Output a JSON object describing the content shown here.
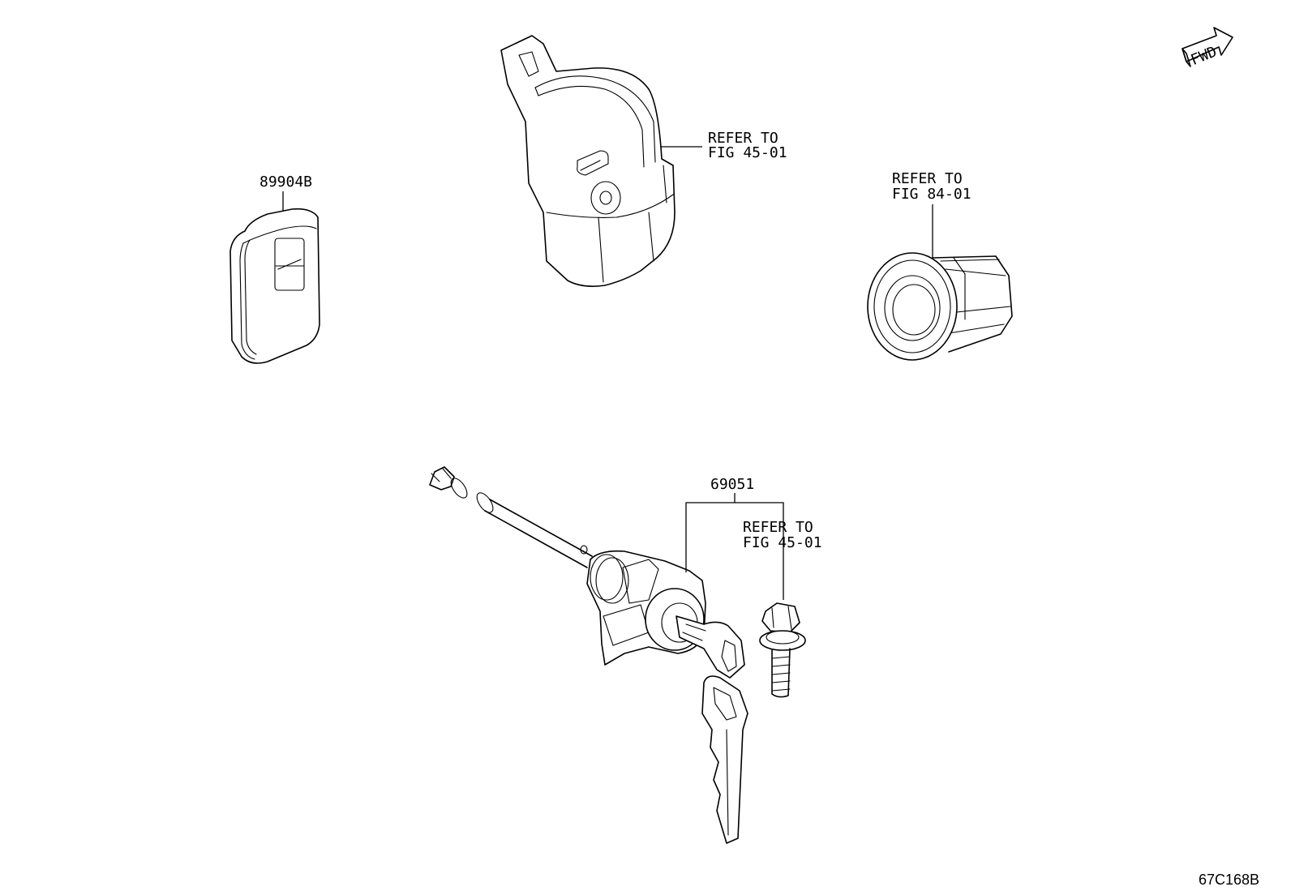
{
  "parts": {
    "remote_key": {
      "part_no": "89904B"
    },
    "ignition_switch": {
      "ref_line1": "REFER TO",
      "ref_line2": "FIG 45-01"
    },
    "push_start_switch": {
      "ref_line1": "REFER TO",
      "ref_line2": "FIG 84-01"
    },
    "lock_cylinder": {
      "part_no": "69051"
    },
    "bolt": {
      "ref_line1": "REFER TO",
      "ref_line2": "FIG 45-01"
    }
  },
  "fwd_badge": "FWD",
  "figure_code": "67C168B"
}
